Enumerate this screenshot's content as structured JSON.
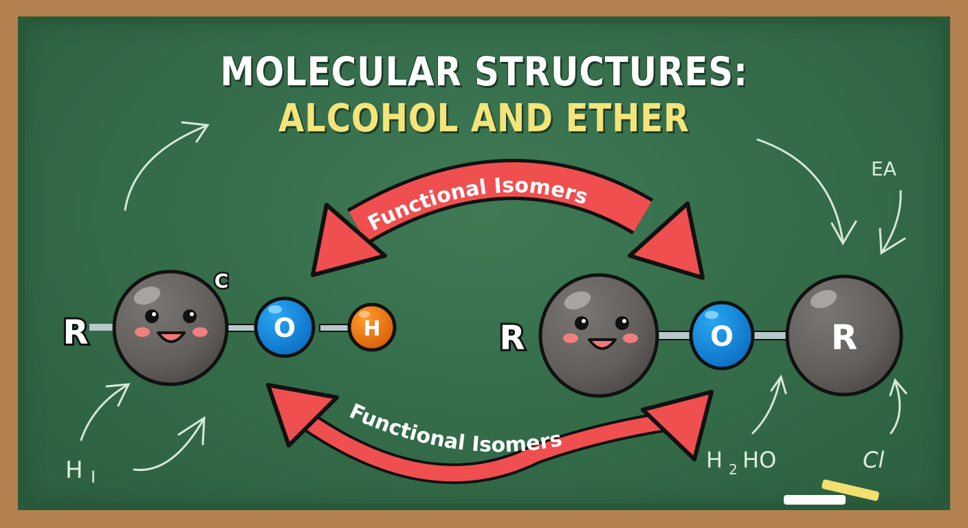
{
  "title": {
    "line1": "MOLECULAR STRUCTURES:",
    "line2": "ALCOHOL AND ETHER"
  },
  "arrows": {
    "top_label": "Functional Isomers",
    "bottom_label": "Functional Isomers"
  },
  "alcohol": {
    "r_label": "R",
    "carbon_label": "C",
    "oxygen_label": "O",
    "hydrogen_label": "H"
  },
  "ether": {
    "r_left_label": "R",
    "oxygen_label": "O",
    "r_right_label": "R"
  },
  "chalk_notes": {
    "bottom_left": "H",
    "bottom_left_sub": "I",
    "top_right": "EA",
    "bottom_middle_right": "H",
    "bottom_middle_right_sub": "2",
    "bottom_middle_right_tail": "HO",
    "bottom_right": "Cl"
  },
  "colors": {
    "board": "#356d4a",
    "frame": "#b3814f",
    "arrow_red": "#ef4f4f",
    "oxygen_blue": "#1a8fe0",
    "hydrogen_orange": "#f07a12",
    "carbon_gray": "#6a6664",
    "title_yellow": "#f3e57a"
  }
}
